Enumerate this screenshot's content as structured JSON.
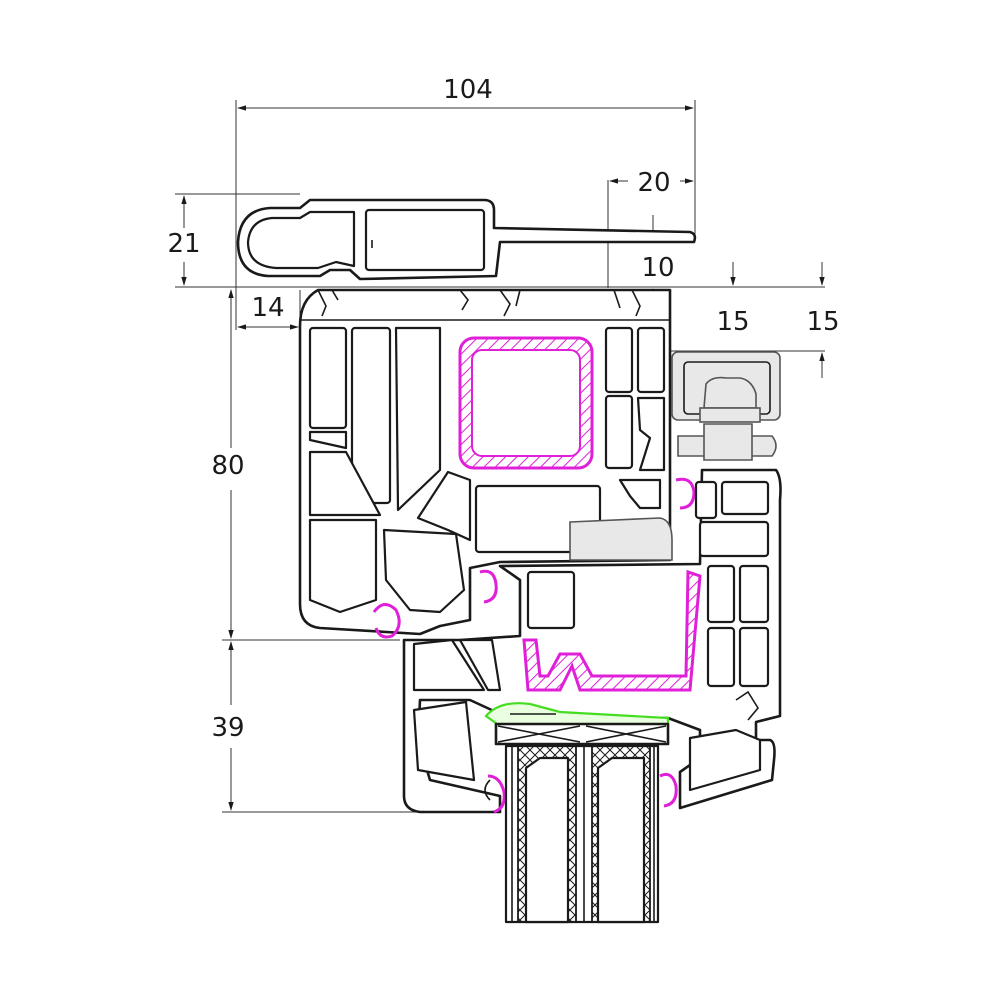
{
  "diagram": {
    "dimensions": {
      "overall_width": "104",
      "top_right": "20",
      "left_height": "21",
      "step": "10",
      "left_offset": "14",
      "right_a": "15",
      "right_b": "15",
      "frame_height": "80",
      "sash_height": "39"
    },
    "colors": {
      "outline": "#1a1a1a",
      "reinforcement": "#e020d8",
      "seal": "#44dd22",
      "hardware": "#e8e8e8"
    }
  }
}
